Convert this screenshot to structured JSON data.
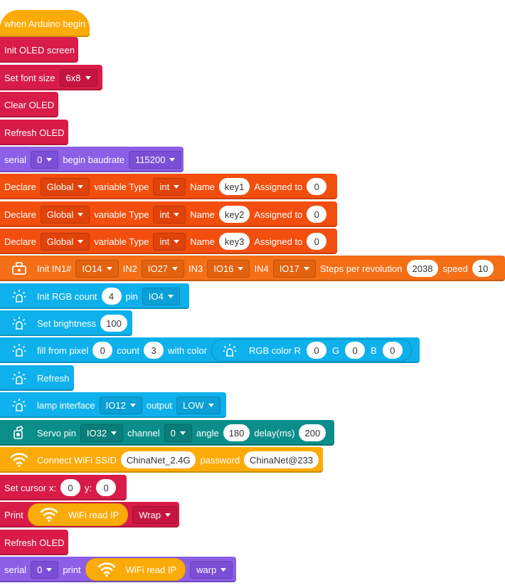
{
  "blocks": {
    "hat": {
      "label": "when Arduino begin"
    },
    "init_oled": {
      "label": "Init OLED screen"
    },
    "font": {
      "label": "Set font size",
      "value": "6x8"
    },
    "clear": {
      "label": "Clear OLED"
    },
    "refresh1": {
      "label": "Refresh OLED"
    },
    "serial1": {
      "label": "serial",
      "port": "0",
      "mid": "begin baudrate",
      "baud": "115200"
    },
    "declares": [
      {
        "label": "Declare",
        "scope": "Global",
        "type_label": "variable Type",
        "type": "int",
        "name_label": "Name",
        "name": "key1",
        "assign_label": "Assigned to",
        "value": "0"
      },
      {
        "label": "Declare",
        "scope": "Global",
        "type_label": "variable Type",
        "type": "int",
        "name_label": "Name",
        "name": "key2",
        "assign_label": "Assigned to",
        "value": "0"
      },
      {
        "label": "Declare",
        "scope": "Global",
        "type_label": "variable Type",
        "type": "int",
        "name_label": "Name",
        "name": "key3",
        "assign_label": "Assigned to",
        "value": "0"
      }
    ],
    "stepper": {
      "label": "Init IN1#",
      "in1": "IO14",
      "in2_label": "IN2",
      "in2": "IO27",
      "in3_label": "IN3",
      "in3": "IO16",
      "in4_label": "IN4",
      "in4": "IO17",
      "steps_label": "Steps per revolution",
      "steps": "2038",
      "speed_label": "speed",
      "speed": "10"
    },
    "rgb_init": {
      "label": "Init RGB count",
      "count": "4",
      "pin_label": "pin",
      "pin": "IO4"
    },
    "brightness": {
      "label": "Set brightness",
      "value": "100"
    },
    "fill": {
      "label": "fill from pixel",
      "from": "0",
      "count_label": "count",
      "count": "3",
      "color_label": "with color",
      "rgb_label": "RGB color R",
      "r": "0",
      "g_label": "G",
      "g": "0",
      "b_label": "B",
      "b": "0"
    },
    "rgb_refresh": {
      "label": "Refresh"
    },
    "lamp": {
      "label": "lamp interface",
      "pin": "IO12",
      "output_label": "output",
      "output": "LOW"
    },
    "servo": {
      "label": "Servo pin",
      "pin": "IO32",
      "channel_label": "channel",
      "channel": "0",
      "angle_label": "angle",
      "angle": "180",
      "delay_label": "delay(ms)",
      "delay": "200"
    },
    "wifi": {
      "label": "Connect WiFi SSID",
      "ssid": "ChinaNet_2.4G",
      "password_label": "password",
      "password": "ChinaNet@233"
    },
    "cursor": {
      "label": "Set cursor x:",
      "x": "0",
      "y_label": "y:",
      "y": "0"
    },
    "print": {
      "label": "Print",
      "reporter": "WiFi read IP",
      "mode": "Wrap"
    },
    "refresh2": {
      "label": "Refresh OLED"
    },
    "serial2": {
      "label": "serial",
      "port": "0",
      "mid": "print",
      "reporter": "WiFi read IP",
      "mode": "warp"
    }
  },
  "icons": {
    "stepper": "stepper-motor-icon",
    "rgb": "led-light-icon",
    "servo": "servo-icon",
    "wifi": "wifi-icon"
  },
  "colors": {
    "oled": "#d81b48",
    "serial": "#8c5fe6",
    "variable": "#f24e0e",
    "stepper": "#f46f16",
    "rgb": "#0eb1ec",
    "servo": "#0b8e89",
    "wifi": "#fbab08"
  }
}
